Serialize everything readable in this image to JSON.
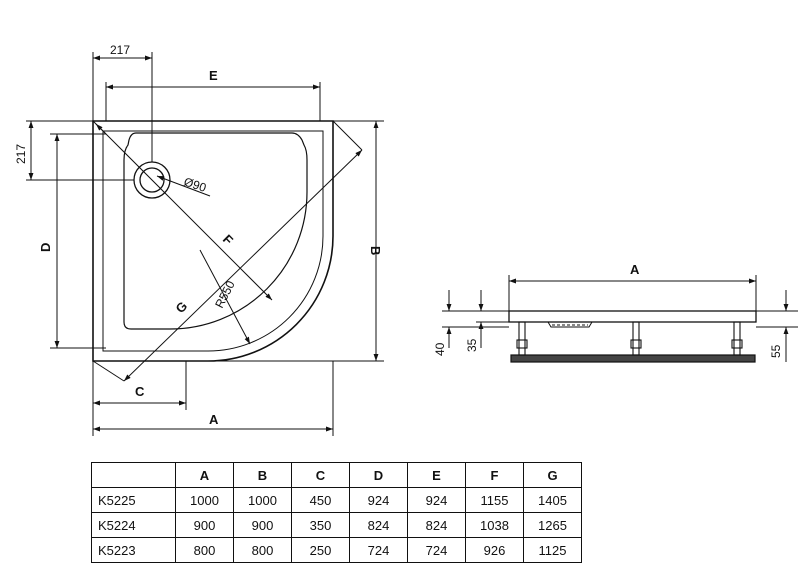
{
  "plan_view": {
    "top_dim_217": "217",
    "side_dim_217": "217",
    "label_E": "E",
    "label_D": "D",
    "label_B": "B",
    "label_A": "A",
    "label_C": "C",
    "label_F": "F",
    "label_G": "G",
    "drain_label": "Ø90",
    "radius_label": "R550"
  },
  "side_view": {
    "label_A": "A",
    "dim_40": "40",
    "dim_35": "35",
    "dim_55": "55"
  },
  "table": {
    "headers": [
      "",
      "A",
      "B",
      "C",
      "D",
      "E",
      "F",
      "G"
    ],
    "rows": [
      {
        "model": "K5225",
        "values": [
          "1000",
          "1000",
          "450",
          "924",
          "924",
          "1155",
          "1405"
        ]
      },
      {
        "model": "K5224",
        "values": [
          "900",
          "900",
          "350",
          "824",
          "824",
          "1038",
          "1265"
        ]
      },
      {
        "model": "K5223",
        "values": [
          "800",
          "800",
          "250",
          "724",
          "724",
          "926",
          "1125"
        ]
      }
    ]
  }
}
